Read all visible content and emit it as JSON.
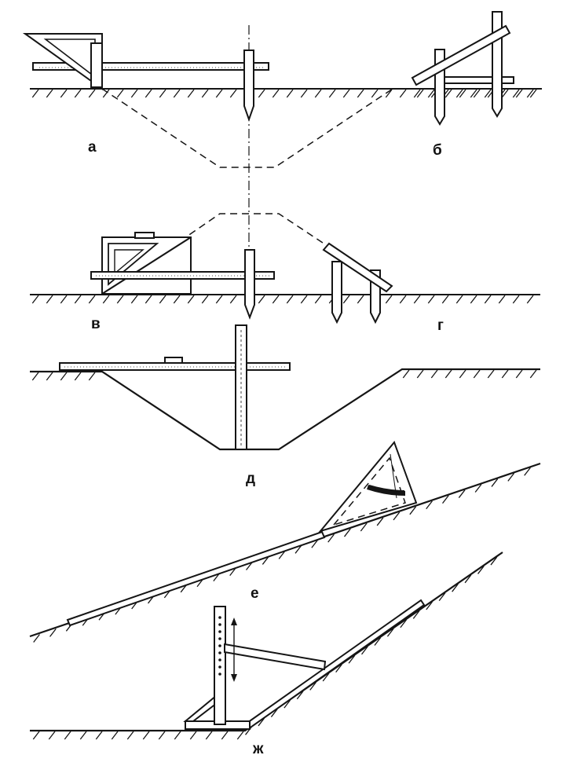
{
  "labels": {
    "a": "а",
    "b": "б",
    "v": "в",
    "g": "г",
    "d": "д",
    "e": "е",
    "zh": "ж"
  },
  "colors": {
    "ink": "#151515",
    "paper": "#ffffff"
  }
}
